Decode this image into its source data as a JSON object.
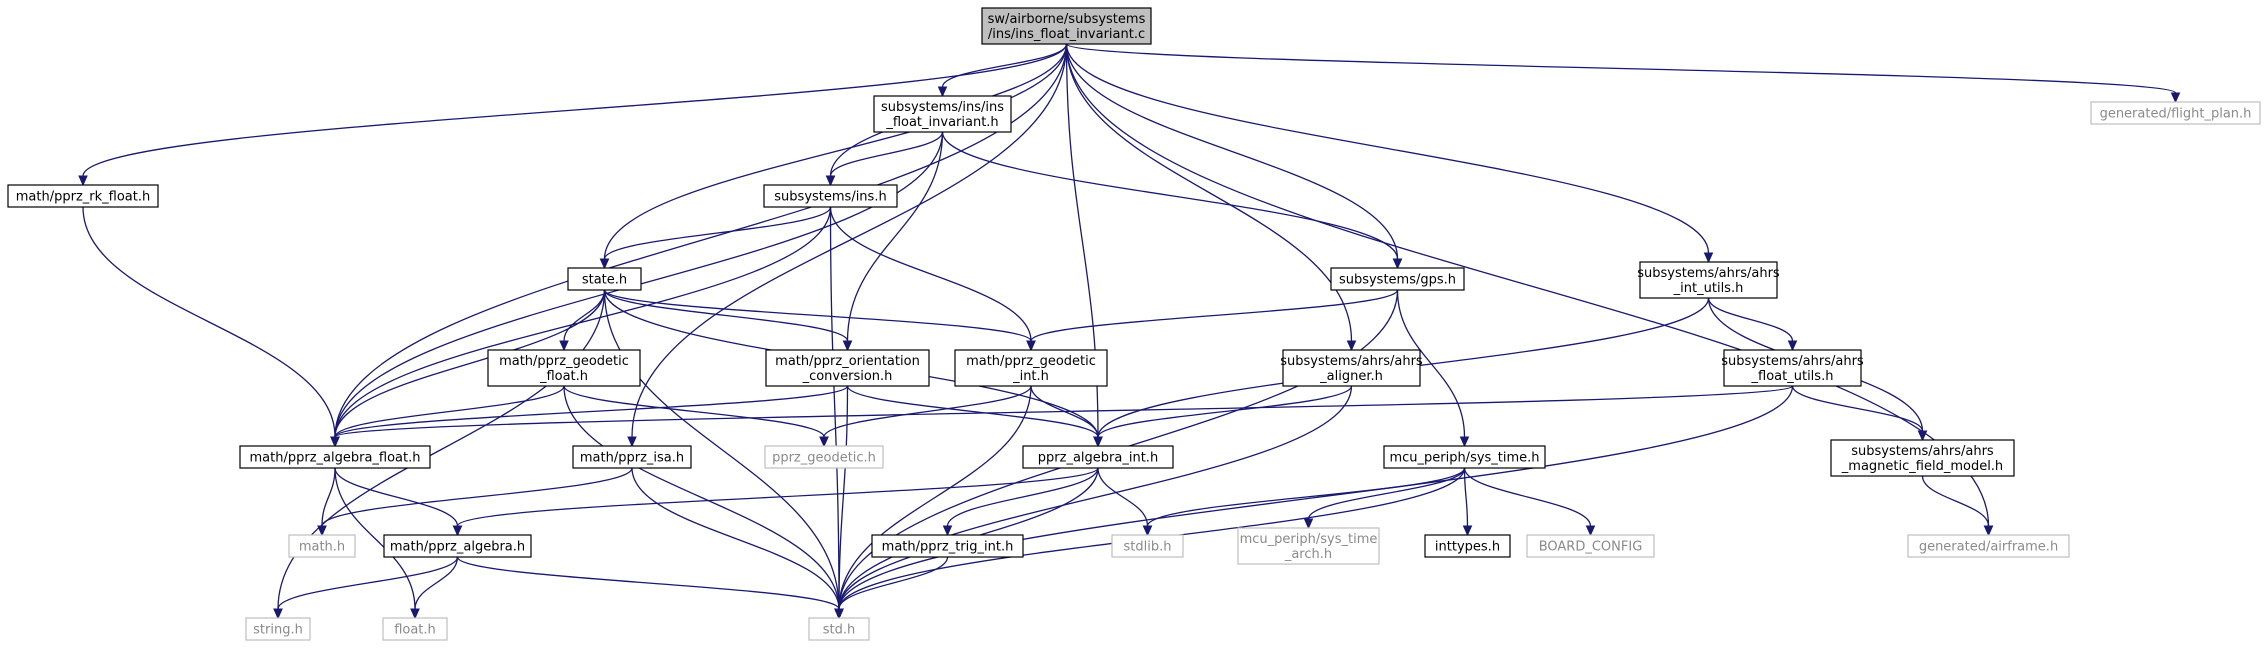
{
  "graph": {
    "nodes": [
      {
        "id": "root",
        "lines": [
          "sw/airborne/subsystems",
          "/ins/ins_float_invariant.c"
        ],
        "kind": "root"
      },
      {
        "id": "ins_float_invariant_h",
        "lines": [
          "subsystems/ins/ins",
          "_float_invariant.h"
        ],
        "kind": "normal"
      },
      {
        "id": "flight_plan",
        "lines": [
          "generated/flight_plan.h"
        ],
        "kind": "external"
      },
      {
        "id": "rk_float",
        "lines": [
          "math/pprz_rk_float.h"
        ],
        "kind": "normal"
      },
      {
        "id": "ins_h",
        "lines": [
          "subsystems/ins.h"
        ],
        "kind": "normal"
      },
      {
        "id": "state_h",
        "lines": [
          "state.h"
        ],
        "kind": "normal"
      },
      {
        "id": "gps_h",
        "lines": [
          "subsystems/gps.h"
        ],
        "kind": "normal"
      },
      {
        "id": "ahrs_int_utils",
        "lines": [
          "subsystems/ahrs/ahrs",
          "_int_utils.h"
        ],
        "kind": "normal"
      },
      {
        "id": "geodetic_float",
        "lines": [
          "math/pprz_geodetic",
          "_float.h"
        ],
        "kind": "normal"
      },
      {
        "id": "orientation_conv",
        "lines": [
          "math/pprz_orientation",
          "_conversion.h"
        ],
        "kind": "normal"
      },
      {
        "id": "geodetic_int",
        "lines": [
          "math/pprz_geodetic",
          "_int.h"
        ],
        "kind": "normal"
      },
      {
        "id": "ahrs_aligner",
        "lines": [
          "subsystems/ahrs/ahrs",
          "_aligner.h"
        ],
        "kind": "normal"
      },
      {
        "id": "ahrs_float_utils",
        "lines": [
          "subsystems/ahrs/ahrs",
          "_float_utils.h"
        ],
        "kind": "normal"
      },
      {
        "id": "algebra_float",
        "lines": [
          "math/pprz_algebra_float.h"
        ],
        "kind": "normal"
      },
      {
        "id": "pprz_isa",
        "lines": [
          "math/pprz_isa.h"
        ],
        "kind": "normal"
      },
      {
        "id": "pprz_geodetic_h",
        "lines": [
          "pprz_geodetic.h"
        ],
        "kind": "external"
      },
      {
        "id": "algebra_int",
        "lines": [
          "pprz_algebra_int.h"
        ],
        "kind": "normal"
      },
      {
        "id": "sys_time",
        "lines": [
          "mcu_periph/sys_time.h"
        ],
        "kind": "normal"
      },
      {
        "id": "mag_field",
        "lines": [
          "subsystems/ahrs/ahrs",
          "_magnetic_field_model.h"
        ],
        "kind": "normal"
      },
      {
        "id": "math_h",
        "lines": [
          "math.h"
        ],
        "kind": "external"
      },
      {
        "id": "pprz_algebra",
        "lines": [
          "math/pprz_algebra.h"
        ],
        "kind": "normal"
      },
      {
        "id": "stdlib_h",
        "lines": [
          "stdlib.h"
        ],
        "kind": "external"
      },
      {
        "id": "trig_int",
        "lines": [
          "math/pprz_trig_int.h"
        ],
        "kind": "normal"
      },
      {
        "id": "sys_time_arch",
        "lines": [
          "mcu_periph/sys_time",
          "_arch.h"
        ],
        "kind": "external"
      },
      {
        "id": "inttypes_h",
        "lines": [
          "inttypes.h"
        ],
        "kind": "normal"
      },
      {
        "id": "board_config",
        "lines": [
          "BOARD_CONFIG"
        ],
        "kind": "external"
      },
      {
        "id": "airframe_h",
        "lines": [
          "generated/airframe.h"
        ],
        "kind": "external"
      },
      {
        "id": "string_h",
        "lines": [
          "string.h"
        ],
        "kind": "external"
      },
      {
        "id": "float_h",
        "lines": [
          "float.h"
        ],
        "kind": "external"
      },
      {
        "id": "std_h",
        "lines": [
          "std.h"
        ],
        "kind": "external"
      }
    ],
    "edges": [
      [
        "root",
        "ins_float_invariant_h"
      ],
      [
        "root",
        "flight_plan"
      ],
      [
        "root",
        "rk_float"
      ],
      [
        "root",
        "ins_h"
      ],
      [
        "root",
        "state_h"
      ],
      [
        "root",
        "gps_h"
      ],
      [
        "root",
        "ahrs_int_utils"
      ],
      [
        "root",
        "algebra_float"
      ],
      [
        "root",
        "pprz_isa"
      ],
      [
        "root",
        "algebra_int"
      ],
      [
        "root",
        "ahrs_aligner"
      ],
      [
        "root",
        "airframe_h"
      ],
      [
        "ins_float_invariant_h",
        "ins_h"
      ],
      [
        "ins_float_invariant_h",
        "gps_h"
      ],
      [
        "ins_float_invariant_h",
        "algebra_float"
      ],
      [
        "ins_float_invariant_h",
        "orientation_conv"
      ],
      [
        "rk_float",
        "algebra_float"
      ],
      [
        "ins_h",
        "state_h"
      ],
      [
        "ins_h",
        "algebra_float"
      ],
      [
        "ins_h",
        "geodetic_int"
      ],
      [
        "ins_h",
        "std_h"
      ],
      [
        "state_h",
        "geodetic_float"
      ],
      [
        "state_h",
        "orientation_conv"
      ],
      [
        "state_h",
        "geodetic_int"
      ],
      [
        "state_h",
        "algebra_int"
      ],
      [
        "state_h",
        "algebra_float"
      ],
      [
        "state_h",
        "string_h"
      ],
      [
        "state_h",
        "std_h"
      ],
      [
        "gps_h",
        "geodetic_int"
      ],
      [
        "gps_h",
        "sys_time"
      ],
      [
        "gps_h",
        "std_h"
      ],
      [
        "ahrs_int_utils",
        "ahrs_float_utils"
      ],
      [
        "ahrs_int_utils",
        "mag_field"
      ],
      [
        "ahrs_int_utils",
        "algebra_int"
      ],
      [
        "geodetic_float",
        "algebra_float"
      ],
      [
        "geodetic_float",
        "pprz_geodetic_h"
      ],
      [
        "geodetic_float",
        "std_h"
      ],
      [
        "orientation_conv",
        "algebra_float"
      ],
      [
        "orientation_conv",
        "algebra_int"
      ],
      [
        "orientation_conv",
        "std_h"
      ],
      [
        "geodetic_int",
        "pprz_geodetic_h"
      ],
      [
        "geodetic_int",
        "algebra_int"
      ],
      [
        "geodetic_int",
        "std_h"
      ],
      [
        "ahrs_aligner",
        "algebra_int"
      ],
      [
        "ahrs_aligner",
        "std_h"
      ],
      [
        "ahrs_float_utils",
        "algebra_float"
      ],
      [
        "ahrs_float_utils",
        "mag_field"
      ],
      [
        "ahrs_float_utils",
        "std_h"
      ],
      [
        "algebra_float",
        "math_h"
      ],
      [
        "algebra_float",
        "pprz_algebra"
      ],
      [
        "algebra_float",
        "float_h"
      ],
      [
        "pprz_isa",
        "math_h"
      ],
      [
        "pprz_isa",
        "std_h"
      ],
      [
        "algebra_int",
        "pprz_algebra"
      ],
      [
        "algebra_int",
        "stdlib_h"
      ],
      [
        "algebra_int",
        "trig_int"
      ],
      [
        "algebra_int",
        "std_h"
      ],
      [
        "sys_time",
        "stdlib_h"
      ],
      [
        "sys_time",
        "sys_time_arch"
      ],
      [
        "sys_time",
        "inttypes_h"
      ],
      [
        "sys_time",
        "board_config"
      ],
      [
        "sys_time",
        "std_h"
      ],
      [
        "mag_field",
        "airframe_h"
      ],
      [
        "pprz_algebra",
        "string_h"
      ],
      [
        "pprz_algebra",
        "float_h"
      ],
      [
        "pprz_algebra",
        "std_h"
      ],
      [
        "trig_int",
        "std_h"
      ]
    ]
  }
}
